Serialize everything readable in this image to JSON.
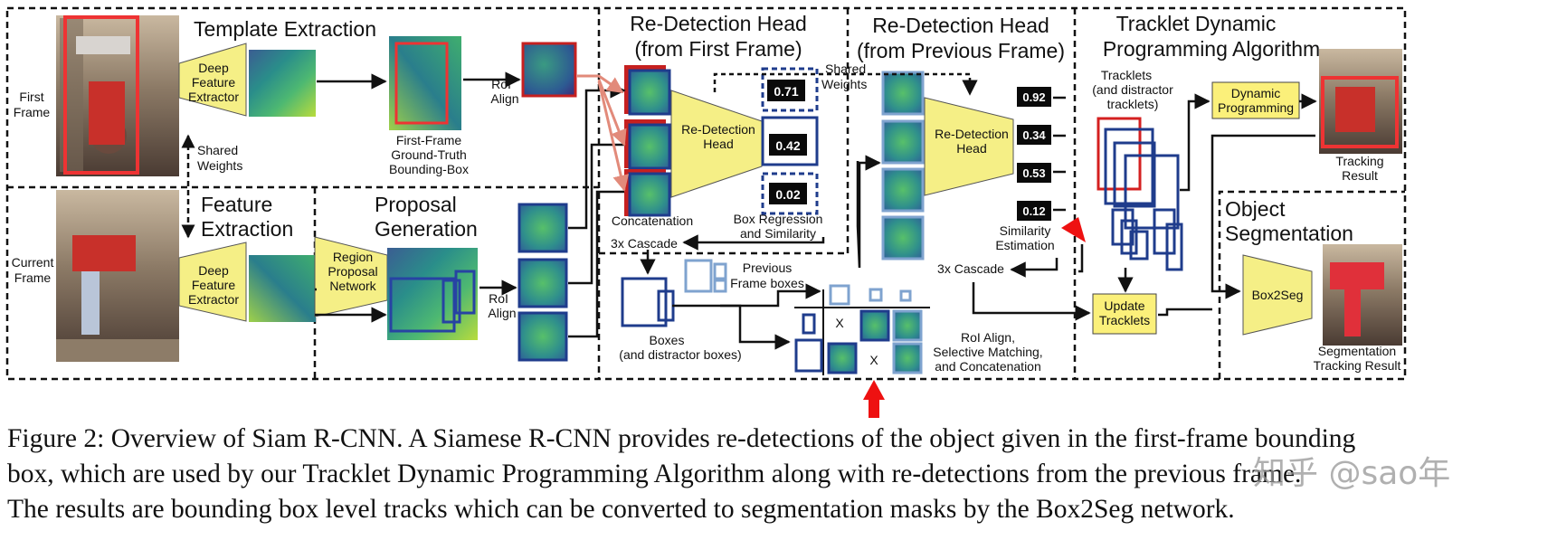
{
  "sections": {
    "template_extraction": "Template Extraction",
    "redet_first": [
      "Re-Detection Head",
      "(from First Frame)"
    ],
    "redet_prev": [
      "Re-Detection Head",
      "(from Previous Frame)"
    ],
    "tdpa": [
      "Tracklet Dynamic",
      "Programming Algorithm"
    ],
    "feature_extraction": [
      "Feature",
      "Extraction"
    ],
    "proposal_generation": [
      "Proposal",
      "Generation"
    ],
    "object_segmentation": [
      "Object",
      "Segmentation"
    ]
  },
  "labels": {
    "first_frame": [
      "First",
      "Frame"
    ],
    "current_frame": [
      "Current",
      "Frame"
    ],
    "deep_feature_extractor": [
      "Deep",
      "Feature",
      "Extractor"
    ],
    "shared_weights": [
      "Shared",
      "Weights"
    ],
    "first_frame_gt": [
      "First-Frame",
      "Ground-Truth",
      "Bounding-Box"
    ],
    "roi_align": [
      "RoI",
      "Align"
    ],
    "rpn": [
      "Region",
      "Proposal",
      "Network"
    ],
    "redetection_head": [
      "Re-Detection",
      "Head"
    ],
    "concatenation": "Concatenation",
    "box_regression": [
      "Box Regression",
      "and Similarity"
    ],
    "cascade": "3x Cascade",
    "similarity_estimation": [
      "Similarity",
      "Estimation"
    ],
    "tracklets": [
      "Tracklets",
      "(and distractor",
      "tracklets)"
    ],
    "dynamic_programming": [
      "Dynamic",
      "Programming"
    ],
    "tracking_result": [
      "Tracking",
      "Result"
    ],
    "update_tracklets": [
      "Update",
      "Tracklets"
    ],
    "box2seg": "Box2Seg",
    "segmentation_result": [
      "Segmentation",
      "Tracking Result"
    ],
    "previous_frame_boxes": [
      "Previous",
      "Frame boxes"
    ],
    "boxes": [
      "Boxes",
      "(and distractor boxes)"
    ],
    "roi_align_matching": [
      "RoI Align,",
      "Selective Matching,",
      "and Concatenation"
    ],
    "times": "X"
  },
  "scores_first": [
    "0.71",
    "0.42",
    "0.02"
  ],
  "scores_prev": [
    "0.92",
    "0.34",
    "0.53",
    "0.12"
  ],
  "caption": [
    "Figure 2: Overview of Siam R-CNN. A Siamese R-CNN provides re-detections of the object given in the first-frame bounding",
    "box, which are used by our Tracklet Dynamic Programming Algorithm along with re-detections from the previous frame.",
    "The results are bounding box level tracks which can be converted to segmentation masks by the Box2Seg network."
  ],
  "watermark": "知乎 @sao年",
  "colors": {
    "extractor_fill": "#f5ef86",
    "update_fill": "#fbf07a",
    "tracklet_blue": "#1d3c8c",
    "light_blue": "#7fa3cf",
    "highlight_red": "#d42020",
    "feature_green": "#3aa16b",
    "feature_navy": "#2b4a86",
    "score_black": "#0a0a0a"
  }
}
